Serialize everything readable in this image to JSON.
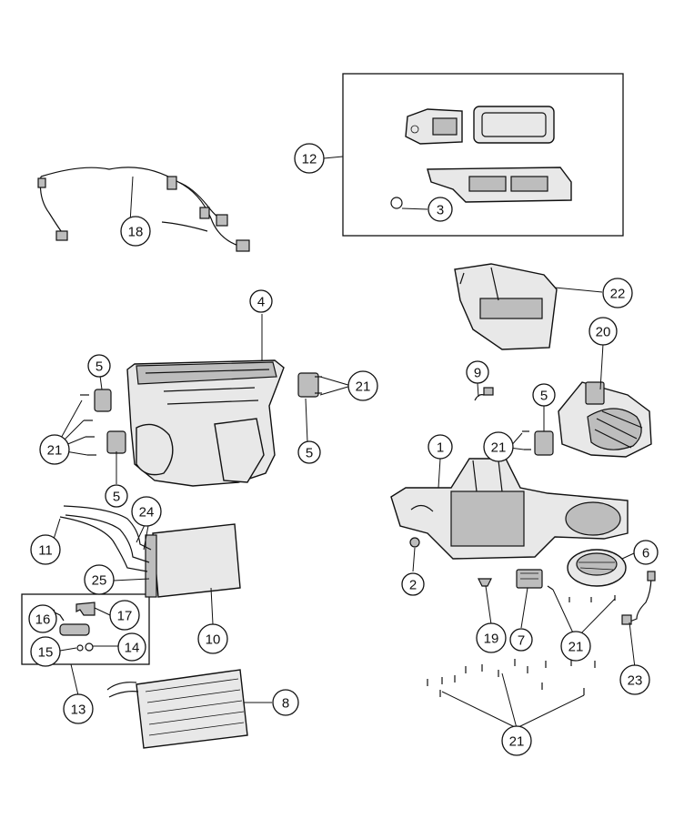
{
  "callouts": {
    "c1": "1",
    "c2": "2",
    "c3": "3",
    "c4": "4",
    "c5a": "5",
    "c5b": "5",
    "c5c": "5",
    "c5d": "5",
    "c6": "6",
    "c7": "7",
    "c8": "8",
    "c9": "9",
    "c10": "10",
    "c11": "11",
    "c12": "12",
    "c13": "13",
    "c14": "14",
    "c15": "15",
    "c16": "16",
    "c17": "17",
    "c18": "18",
    "c19": "19",
    "c20": "20",
    "c21a": "21",
    "c21b": "21",
    "c21c": "21",
    "c21d": "21",
    "c21e": "21",
    "c22": "22",
    "c23": "23",
    "c24": "24",
    "c25": "25"
  }
}
